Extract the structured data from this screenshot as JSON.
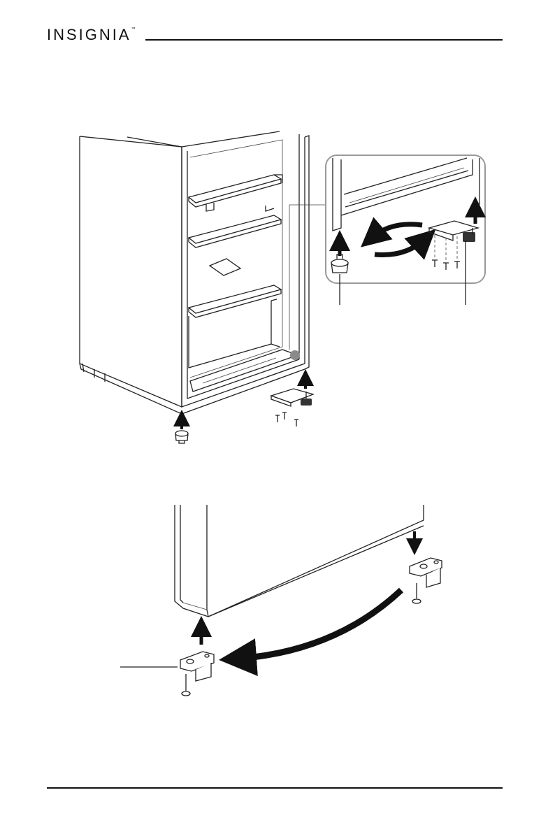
{
  "header": {
    "brand": "INSIGNIA",
    "brand_mark": "™"
  },
  "figures": [
    {
      "id": "remove-hinge-and-leg",
      "icons": [
        "arrow-up-icon",
        "curved-double-arrow-icon",
        "screw-icon",
        "hinge-icon",
        "leg-icon"
      ]
    },
    {
      "id": "move-door-hinge",
      "icons": [
        "arrow-up-icon",
        "arrow-down-icon",
        "curved-arrow-icon",
        "hinge-bracket-icon",
        "pin-icon"
      ]
    }
  ],
  "colors": {
    "ink": "#111111",
    "line": "#222222",
    "callout": "#888888"
  }
}
